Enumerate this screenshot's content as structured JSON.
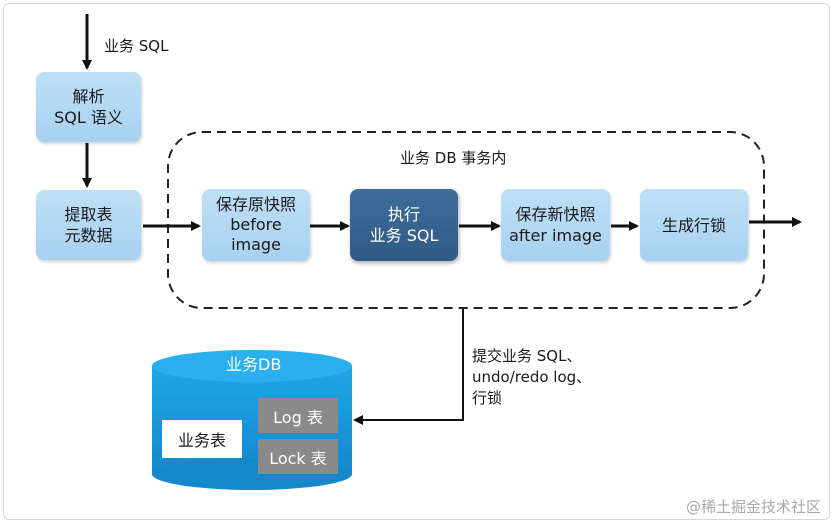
{
  "input_label": "业务 SQL",
  "parse_box": [
    "解析",
    "SQL 语义"
  ],
  "extract_box": [
    "提取表",
    "元数据"
  ],
  "transaction_label": "业务 DB 事务内",
  "before_box": [
    "保存原快照",
    "before",
    "image"
  ],
  "execute_box": [
    "执行",
    "业务 SQL"
  ],
  "after_box": [
    "保存新快照",
    "after image"
  ],
  "lock_box": "生成行锁",
  "commit_label": [
    "提交业务 SQL、",
    "undo/redo log、",
    "行锁"
  ],
  "database": {
    "title": "业务DB",
    "business_table": "业务表",
    "log_table": "Log 表",
    "lock_table": "Lock 表"
  },
  "watermark": "@稀土掘金技术社区",
  "colors": {
    "box_fill": "#aed5f2",
    "highlight_fill": "#36628e",
    "db_fill": "#1c9fe0",
    "arrow": "#111111"
  }
}
